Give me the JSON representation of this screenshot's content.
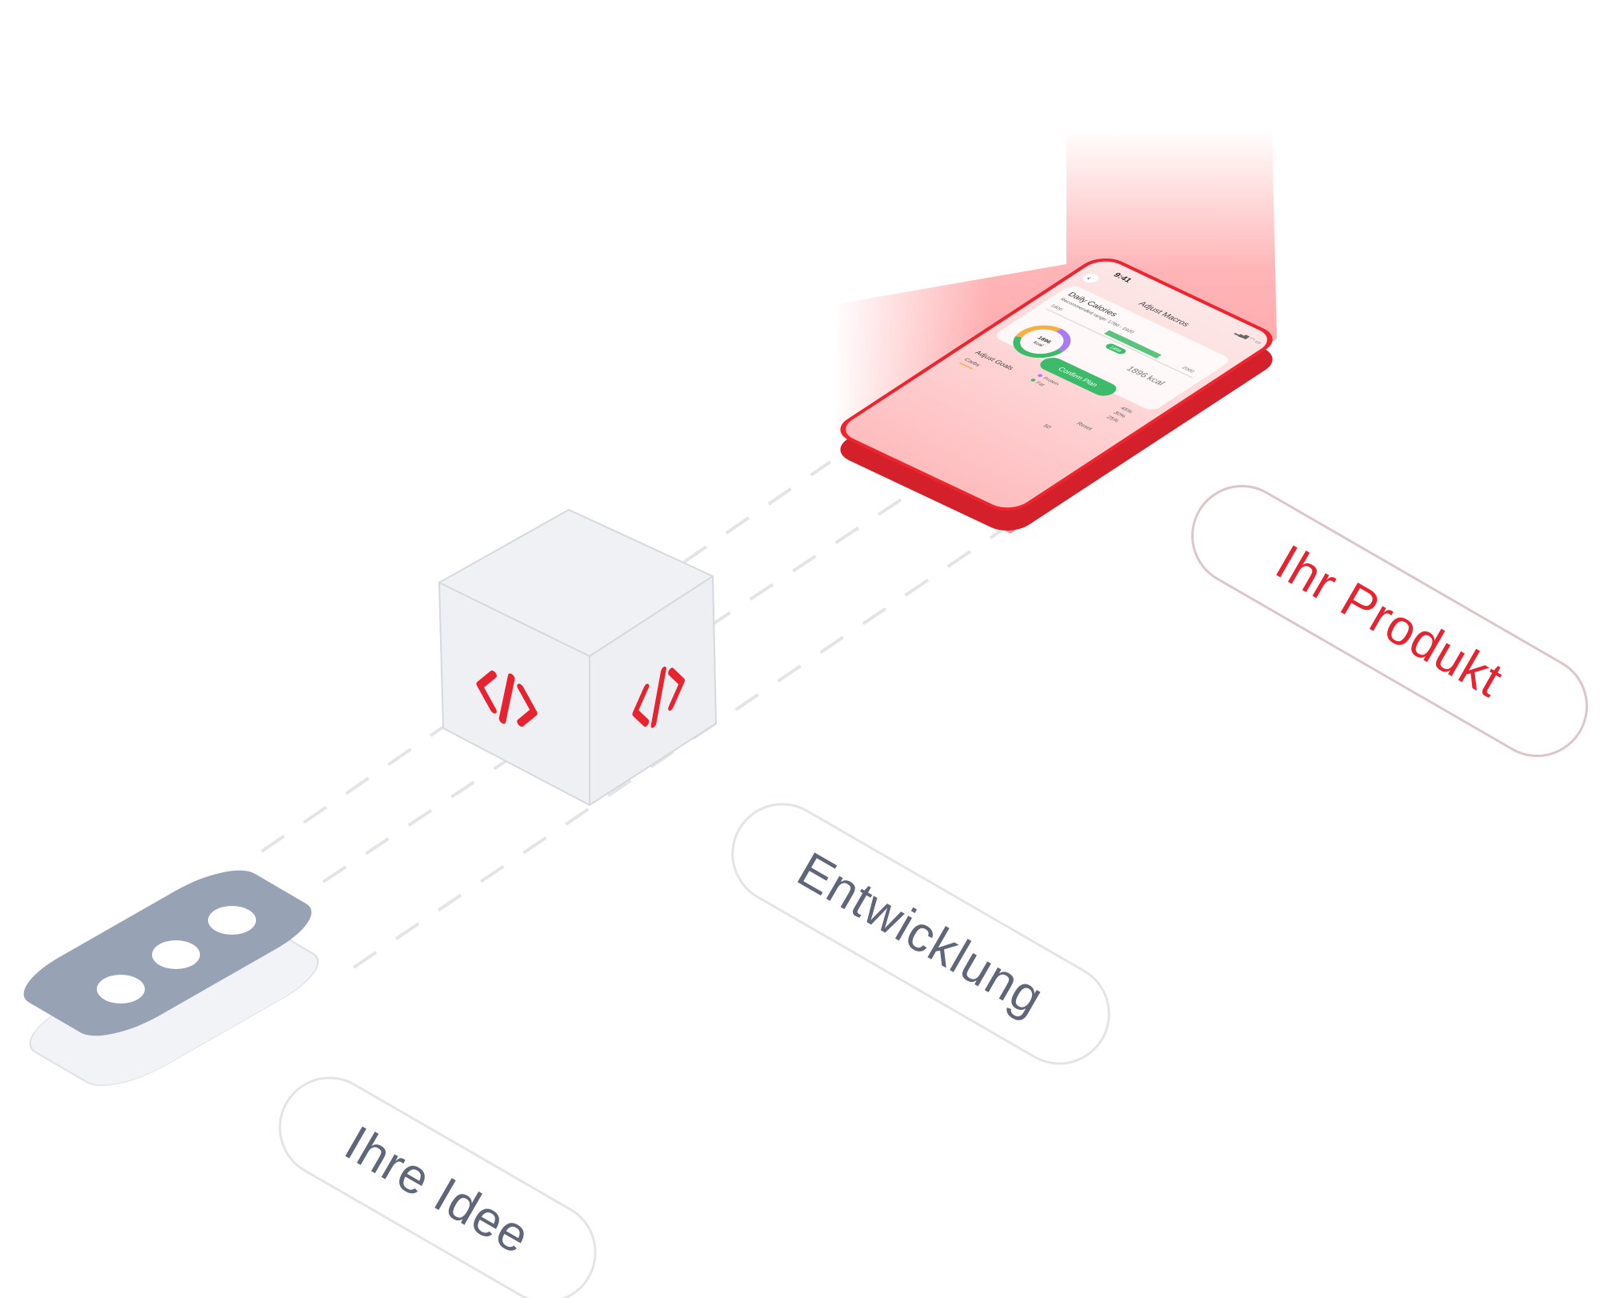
{
  "colors": {
    "accent": "#e8232f",
    "muted_text": "#5f6678",
    "bubble": "#97a3b4",
    "cube_face": "#f0f1f5",
    "green": "#3dbb6a"
  },
  "stages": [
    {
      "label": "Ihre Idee",
      "icon": "chat-bubble-icon"
    },
    {
      "label": "Entwicklung",
      "icon": "code-icon"
    },
    {
      "label": "Ihr Produkt",
      "icon": "phone-icon"
    }
  ],
  "phone": {
    "time": "9:41",
    "title": "Adjust Macros",
    "daily_calories": "Daily Calories",
    "recommended": "Recommended range: 1780 - 1920",
    "range_min": "1800",
    "range_max": "2000",
    "slider_value": "1896",
    "total": "1896 kcal",
    "donut_value": "1896",
    "donut_unit": "kcal",
    "confirm": "Confirm Plan",
    "legend": [
      "Protein",
      "Fat"
    ],
    "percentages": [
      "45%",
      "30%",
      "25%"
    ],
    "goals_title": "Adjust Goals",
    "carbs": "Carbs",
    "reset": "Reset",
    "goal_value": "50"
  }
}
